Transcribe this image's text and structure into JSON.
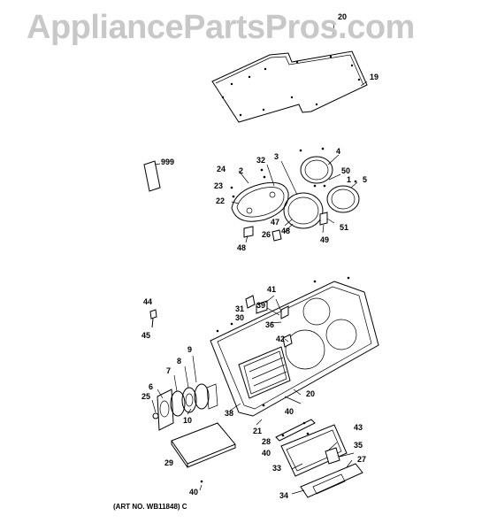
{
  "watermark": "AppliancePartsPros.com",
  "art_number": "(ART NO. WB11848) C",
  "callouts": [
    {
      "id": "20a",
      "text": "20"
    },
    {
      "id": "19",
      "text": "19"
    },
    {
      "id": "999",
      "text": "999"
    },
    {
      "id": "24",
      "text": "24"
    },
    {
      "id": "2",
      "text": "2"
    },
    {
      "id": "32",
      "text": "32"
    },
    {
      "id": "3",
      "text": "3"
    },
    {
      "id": "4",
      "text": "4"
    },
    {
      "id": "50",
      "text": "50"
    },
    {
      "id": "1",
      "text": "1"
    },
    {
      "id": "5",
      "text": "5"
    },
    {
      "id": "23",
      "text": "23"
    },
    {
      "id": "22",
      "text": "22"
    },
    {
      "id": "47",
      "text": "47"
    },
    {
      "id": "48a",
      "text": "48"
    },
    {
      "id": "26",
      "text": "26"
    },
    {
      "id": "49",
      "text": "49"
    },
    {
      "id": "51",
      "text": "51"
    },
    {
      "id": "48b",
      "text": "48"
    },
    {
      "id": "44",
      "text": "44"
    },
    {
      "id": "45",
      "text": "45"
    },
    {
      "id": "41",
      "text": "41"
    },
    {
      "id": "31",
      "text": "31"
    },
    {
      "id": "39",
      "text": "39"
    },
    {
      "id": "30",
      "text": "30"
    },
    {
      "id": "36",
      "text": "36"
    },
    {
      "id": "42",
      "text": "42"
    },
    {
      "id": "9",
      "text": "9"
    },
    {
      "id": "8",
      "text": "8"
    },
    {
      "id": "7",
      "text": "7"
    },
    {
      "id": "6",
      "text": "6"
    },
    {
      "id": "25",
      "text": "25"
    },
    {
      "id": "10",
      "text": "10"
    },
    {
      "id": "20b",
      "text": "20"
    },
    {
      "id": "40a",
      "text": "40"
    },
    {
      "id": "38",
      "text": "38"
    },
    {
      "id": "21",
      "text": "21"
    },
    {
      "id": "43",
      "text": "43"
    },
    {
      "id": "28",
      "text": "28"
    },
    {
      "id": "40b",
      "text": "40"
    },
    {
      "id": "35",
      "text": "35"
    },
    {
      "id": "29",
      "text": "29"
    },
    {
      "id": "27",
      "text": "27"
    },
    {
      "id": "33",
      "text": "33"
    },
    {
      "id": "34",
      "text": "34"
    },
    {
      "id": "40c",
      "text": "40"
    }
  ]
}
